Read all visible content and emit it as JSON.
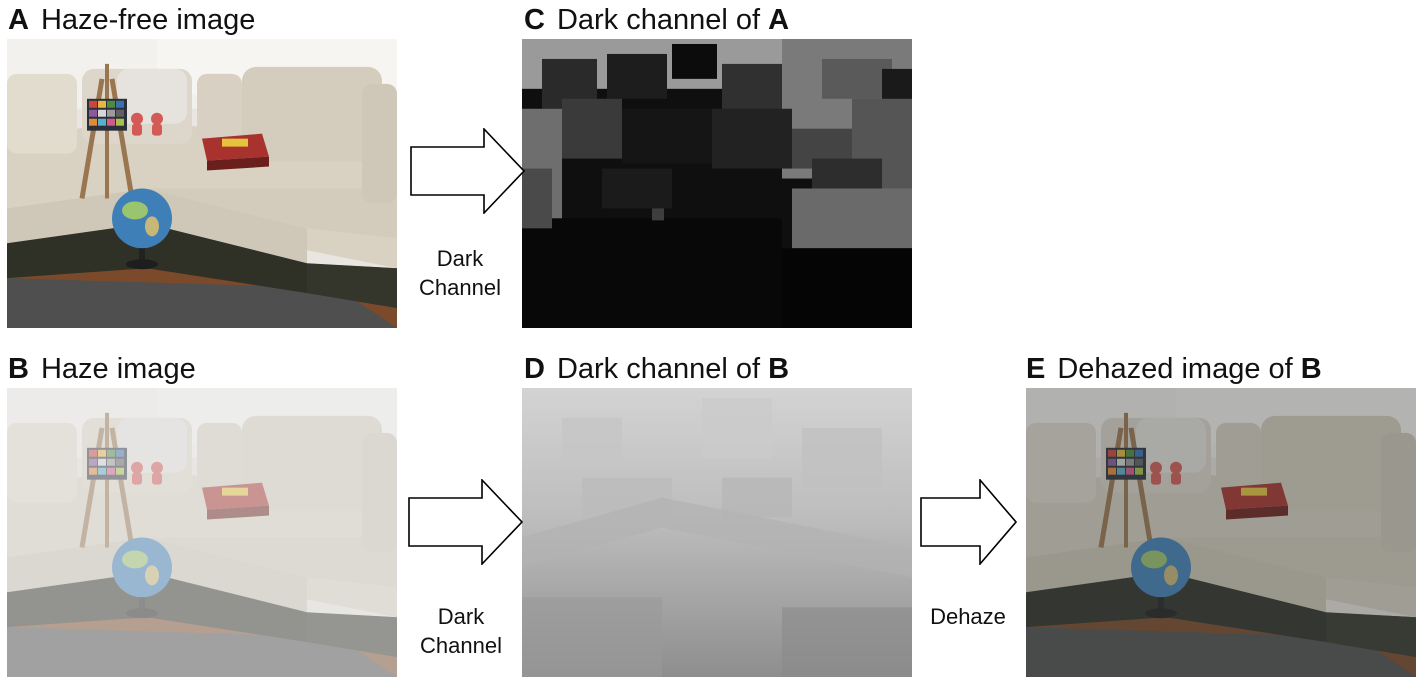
{
  "panels": {
    "a": {
      "letter": "A",
      "title": "Haze-free image"
    },
    "b": {
      "letter": "B",
      "title": "Haze image"
    },
    "c": {
      "letter": "C",
      "title_prefix": "Dark channel of ",
      "title_ref": "A"
    },
    "d": {
      "letter": "D",
      "title_prefix": "Dark channel of ",
      "title_ref": "B"
    },
    "e": {
      "letter": "E",
      "title_prefix": "Dehazed image of ",
      "title_ref": "B"
    }
  },
  "arrows": {
    "top": {
      "line1": "Dark",
      "line2": "Channel"
    },
    "middle": {
      "line1": "Dark",
      "line2": "Channel"
    },
    "right": {
      "line1": "Dehaze"
    }
  },
  "colors": {
    "sofa": "#d9d2c3",
    "carpet": "#5a5a5a",
    "floor": "#7a4a2a",
    "globe": "#3f7fb8",
    "box": "#a8322d",
    "haze": "#e6e6e6"
  }
}
